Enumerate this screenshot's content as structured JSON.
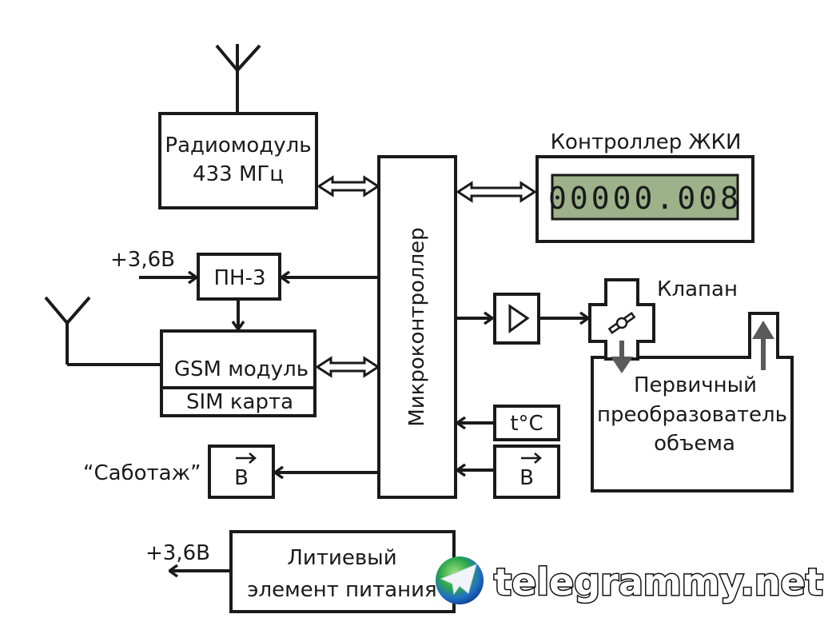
{
  "diagram": {
    "radio_module": {
      "line1": "Радиомодуль",
      "line2": "433 МГц"
    },
    "lcd_controller": {
      "label": "Контроллер ЖКИ",
      "display_value": "00000.008",
      "display_color": "#9db18a"
    },
    "microcontroller": {
      "label": "Микроконтроллер"
    },
    "voltage_converter": {
      "label": "ПН-3",
      "input_label": "+3,6В"
    },
    "gsm_module": {
      "label": "GSM модуль",
      "sim_label": "SIM карта"
    },
    "sabotage": {
      "label": "“Саботаж”",
      "sensor_label": "B"
    },
    "amplifier": {
      "symbol": "triangle-buffer"
    },
    "valve": {
      "label": "Клапан"
    },
    "primary_transducer": {
      "line1": "Первичный",
      "line2": "преобразователь",
      "line3": "объема"
    },
    "temp_sensor": {
      "label": "t°C"
    },
    "magnetic_sensor": {
      "label": "B"
    },
    "battery": {
      "line1": "Литиевый",
      "line2": "элемент питания",
      "output_label": "+3,6В"
    },
    "flow_arrow_color": "#5a5a5a"
  },
  "watermark": {
    "text": "telegrammy.net"
  }
}
